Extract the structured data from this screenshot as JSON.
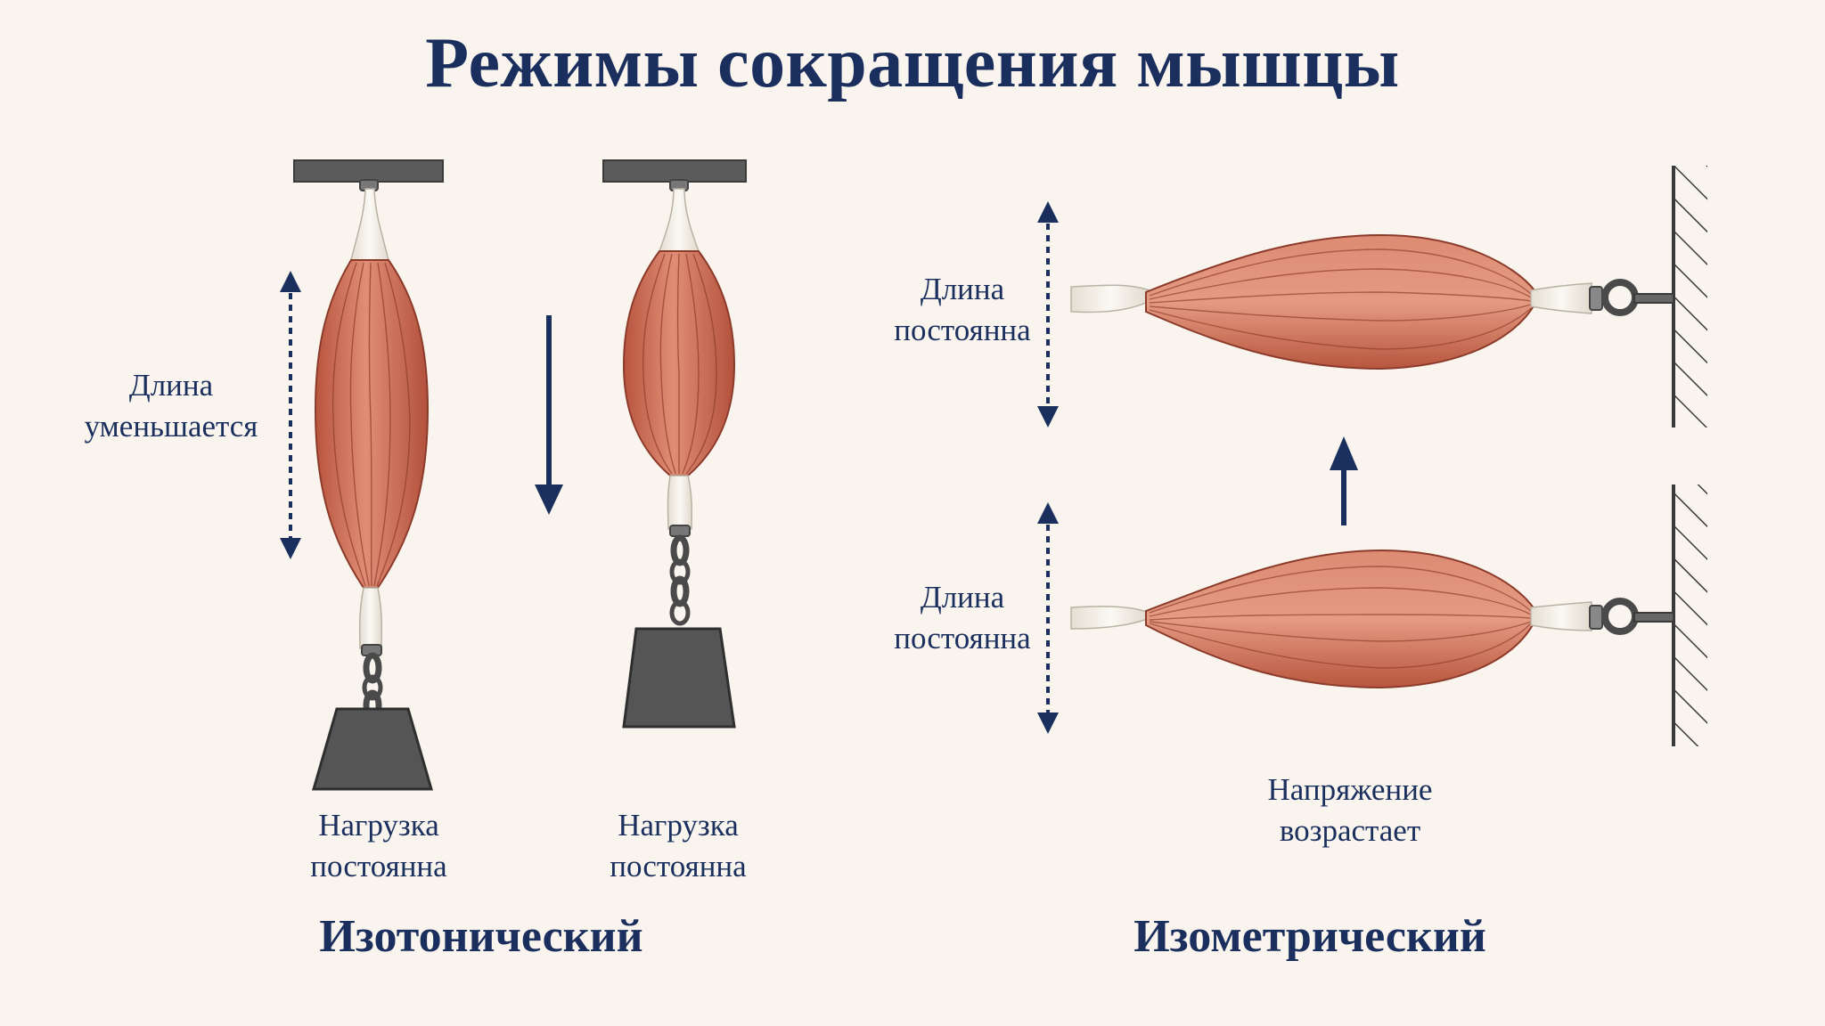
{
  "title": "Режимы сокращения мышцы",
  "isotonic": {
    "heading": "Изотонический",
    "muscle_a": {
      "length_note_line1": "Длина",
      "length_note_line2": "уменьшается",
      "load_line1": "Нагрузка",
      "load_line2": "постоянна"
    },
    "muscle_b": {
      "load_line1": "Нагрузка",
      "load_line2": "постоянна"
    }
  },
  "isometric": {
    "heading": "Изометрический",
    "muscle_top": {
      "length_line1": "Длина",
      "length_line2": "постоянна"
    },
    "muscle_bottom": {
      "length_line1": "Длина",
      "length_line2": "постоянна"
    },
    "tension_line1": "Напряжение",
    "tension_line2": "возрастает"
  },
  "colors": {
    "background": "#f9f5ee",
    "ink": "#1b2f5e",
    "muscle": "#d9826c",
    "tendon": "#f2eee6",
    "iron": "#555555"
  }
}
